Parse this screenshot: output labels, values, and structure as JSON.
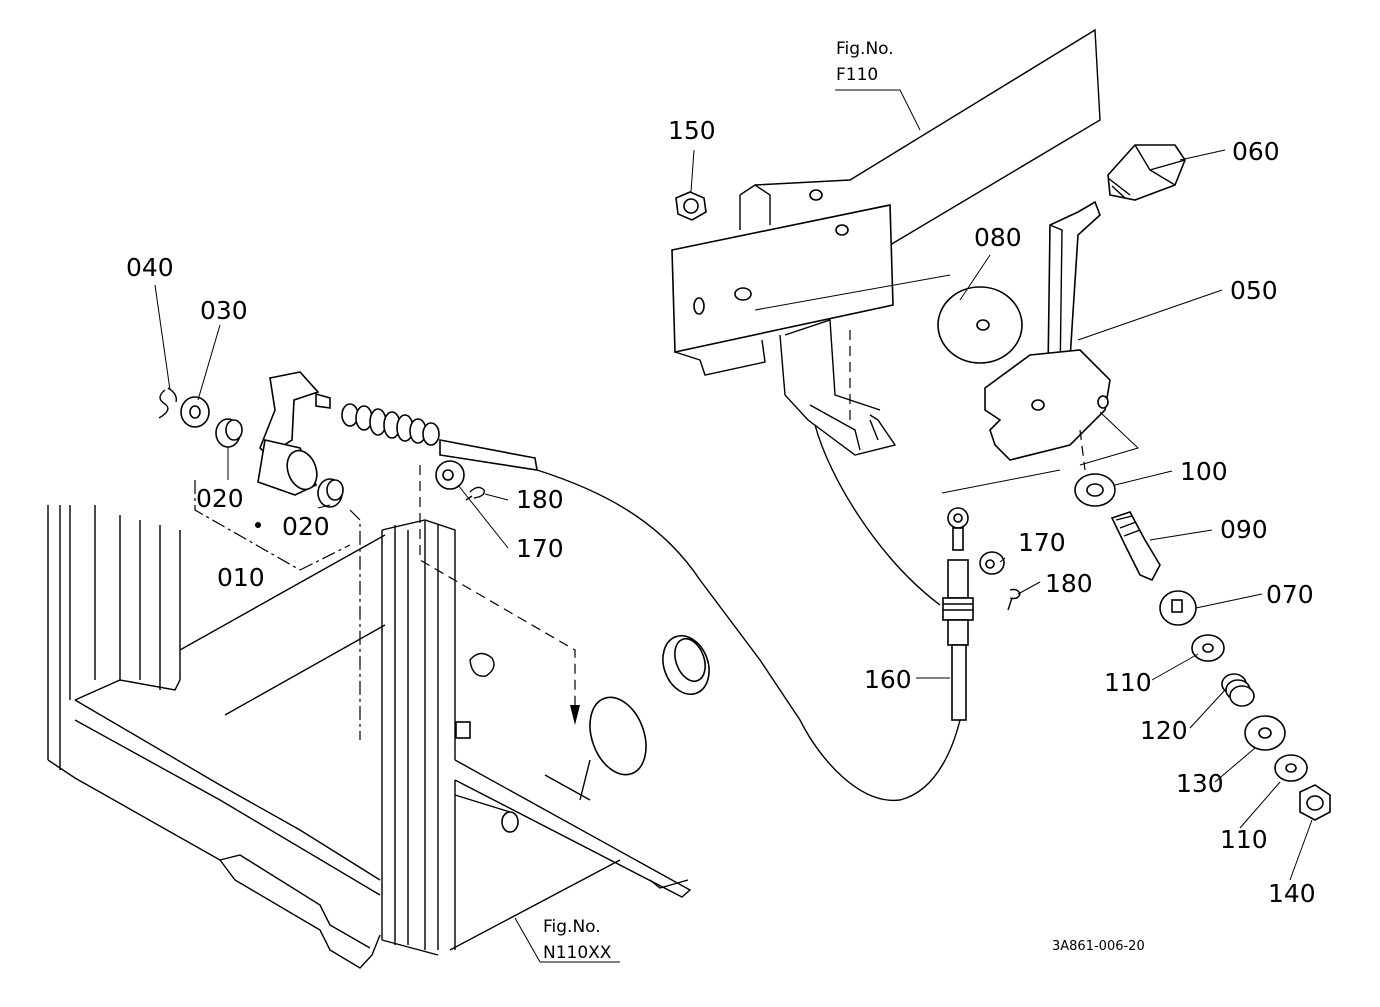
{
  "drawing_code": "3A861-006-20",
  "figure_refs": [
    {
      "prefix": "Fig.No.",
      "number": "F110"
    },
    {
      "prefix": "Fig.No.",
      "number": "N110XX"
    }
  ],
  "part_labels": {
    "p010": "010",
    "p020a": "020",
    "p020b": "020",
    "p030": "030",
    "p040": "040",
    "p050": "050",
    "p060": "060",
    "p070": "070",
    "p080": "080",
    "p090": "090",
    "p100": "100",
    "p110a": "110",
    "p110b": "110",
    "p120": "120",
    "p130": "130",
    "p140": "140",
    "p150": "150",
    "p160": "160",
    "p170a": "170",
    "p170b": "170",
    "p180a": "180",
    "p180b": "180"
  }
}
